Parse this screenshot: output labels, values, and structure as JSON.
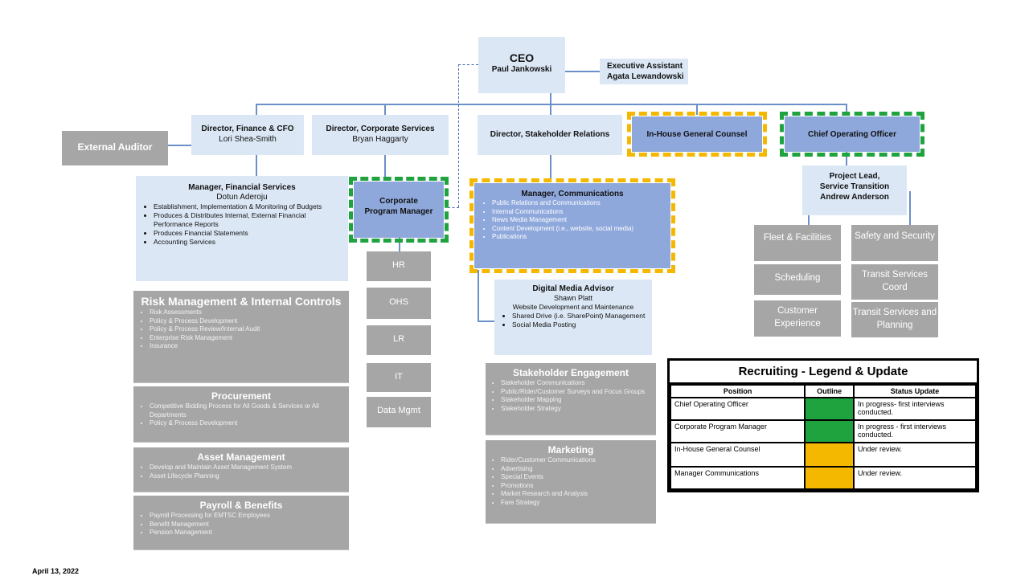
{
  "ceo": {
    "title": "CEO",
    "name": "Paul Jankowski"
  },
  "exec_assistant": {
    "title": "Executive Assistant",
    "name": "Agata Lewandowski"
  },
  "external_auditor": "External Auditor",
  "director_finance": {
    "title": "Director, Finance & CFO",
    "name": "Lori Shea-Smith"
  },
  "director_corporate": {
    "title": "Director, Corporate Services",
    "name": "Bryan Haggarty"
  },
  "director_stakeholder": {
    "title": "Director, Stakeholder Relations"
  },
  "general_counsel": {
    "title": "In-House General Counsel"
  },
  "coo": {
    "title": "Chief Operating Officer"
  },
  "manager_financial": {
    "title": "Manager, Financial Services",
    "name": "Dotun Aderoju",
    "items": [
      "Establishment, Implementation & Monitoring of Budgets",
      "Produces & Distributes Internal, External Financial Performance Reports",
      "Produces Financial Statements",
      "Accounting Services"
    ]
  },
  "corporate_pm": {
    "line1": "Corporate",
    "line2": "Program Manager"
  },
  "corp_units": [
    "HR",
    "OHS",
    "LR",
    "IT",
    "Data Mgmt"
  ],
  "manager_comms": {
    "title": "Manager, Communications",
    "items": [
      "Public Relations and Communications",
      "Internal Communications",
      "News Media Management",
      "Content Development (i.e., website, social media)",
      "Publications"
    ]
  },
  "project_lead": {
    "line1": "Project Lead,",
    "line2": "Service Transition",
    "name": "Andrew Anderson"
  },
  "ops_units": [
    {
      "label": "Fleet & Facilities"
    },
    {
      "label": "Safety and Security"
    },
    {
      "label": "Scheduling"
    },
    {
      "label": "Transit Services Coord"
    },
    {
      "label": "Customer Experience"
    },
    {
      "label": "Transit Services and Planning"
    }
  ],
  "digital_media": {
    "title": "Digital Media Advisor",
    "name": "Shawn Platt",
    "subtitle": "Website Development and Maintenance",
    "items": [
      "Shared Drive (i.e. SharePoint) Management",
      "Social Media Posting"
    ]
  },
  "risk": {
    "title": "Risk Management & Internal Controls",
    "items": [
      "Risk Assessments",
      "Policy & Process Development",
      "Policy & Process Review/Internal Audit",
      "Enterprise Risk Management",
      "Insurance"
    ]
  },
  "procurement": {
    "title": "Procurement",
    "items": [
      "Competitive Bidding Process for All Goods & Services or All Departments",
      "Policy & Process Development"
    ]
  },
  "asset": {
    "title": "Asset Management",
    "items": [
      "Develop and Maintain Asset Management System",
      "Asset Lifecycle Planning"
    ]
  },
  "payroll": {
    "title": "Payroll & Benefits",
    "items": [
      "Payroll Processing for EMTSC Employees",
      "Benefit Management",
      "Pension Management"
    ]
  },
  "stakeholder_eng": {
    "title": "Stakeholder Engagement",
    "items": [
      "Stakeholder Communications",
      "Public/Rider/Customer Surveys and Focus Groups",
      "Stakeholder Mapping",
      "Stakeholder Strategy"
    ]
  },
  "marketing": {
    "title": "Marketing",
    "items": [
      "Rider/Customer Communications",
      "Advertising",
      "Special Events",
      "Promotions",
      "Market Research and Analysis",
      "Fare Strategy"
    ]
  },
  "legend": {
    "title": "Recruiting - Legend & Update",
    "headers": [
      "Position",
      "Outline",
      "Status Update"
    ],
    "rows": [
      {
        "position": "Chief Operating Officer",
        "color": "#1fa33f",
        "status": "In progress- first interviews conducted."
      },
      {
        "position": "Corporate Program Manager",
        "color": "#1fa33f",
        "status": "In progress - first interviews conducted."
      },
      {
        "position": "In-House General Counsel",
        "color": "#f5b800",
        "status": "Under review."
      },
      {
        "position": "Manager Communications",
        "color": "#f5b800",
        "status": "Under review."
      }
    ]
  },
  "date": "April 13, 2022"
}
